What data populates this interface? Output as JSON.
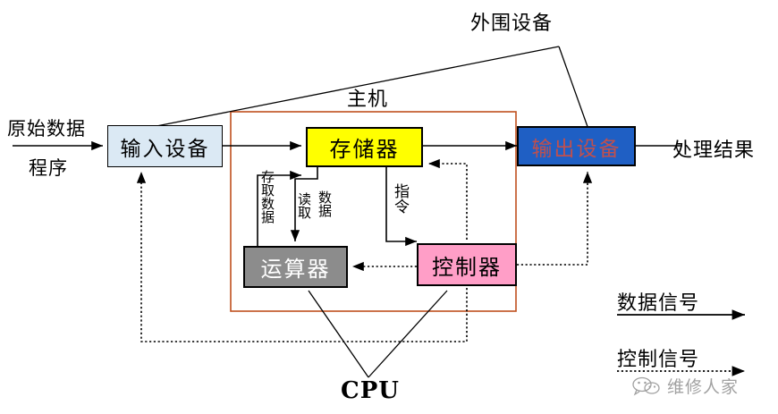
{
  "diagram": {
    "title_labels": {
      "peripherals": "外围设备",
      "host": "主机",
      "cpu": "CPU"
    },
    "nodes": {
      "input_device": {
        "label": "输入设备",
        "fill": "#dbe9f4",
        "text_color": "#000000"
      },
      "storage": {
        "label": "存储器",
        "fill": "#ffff00",
        "text_color": "#000000"
      },
      "output_device": {
        "label": "输出设备",
        "fill": "#1f5fc4",
        "text_color": "#c0504d"
      },
      "alu": {
        "label": "运算器",
        "fill": "#8c8c8c",
        "text_color": "#ffffff"
      },
      "controller": {
        "label": "控制器",
        "fill": "#ff9ec7",
        "text_color": "#000000"
      }
    },
    "edge_labels": {
      "raw_data": "原始数据",
      "program": "程序",
      "result": "处理结果",
      "store_fetch_data": "存取数据",
      "read": "读取",
      "data": "数据",
      "instruction": "指令"
    },
    "legend": {
      "data_signal": "数据信号",
      "control_signal": "控制信号"
    },
    "watermark": {
      "text": "维修人家"
    },
    "colors": {
      "host_border": "#c0501e",
      "line": "#000000",
      "control_line": "#000000"
    }
  }
}
